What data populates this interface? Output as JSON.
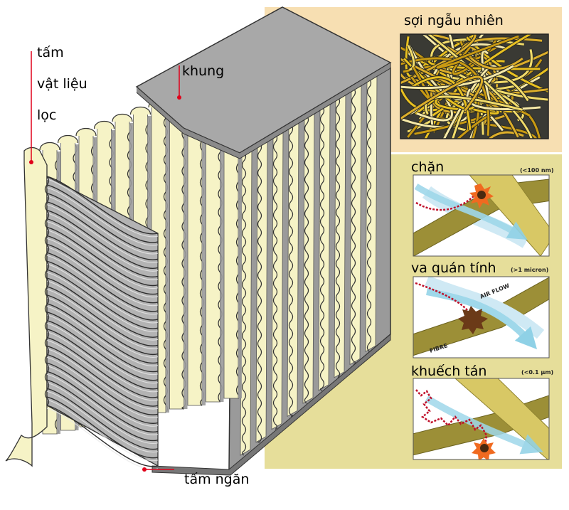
{
  "labels": {
    "filter_sheet_line1": "tấm",
    "filter_sheet_line2": "vật liệu",
    "filter_sheet_line3": "lọc",
    "frame": "khung",
    "separator": "tấm ngăn",
    "random_fibres": "sợi ngẫu nhiên"
  },
  "mechanisms": [
    {
      "title": "chặn",
      "size": "(<100 nm)"
    },
    {
      "title": "va quán tính",
      "size": "(>1 micron)",
      "air_flow": "AIR FLOW",
      "fibre": "FIBRE"
    },
    {
      "title": "khuếch tán",
      "size": "(<0.1 µm)"
    }
  ],
  "colors": {
    "panel_top": "#f7dfb2",
    "panel_bottom": "#e6de9a",
    "frame_grey": "#a9a9a9",
    "media": "#f6f3c6",
    "fibre_olive": "#9c8f37",
    "fibre_yellow": "#d8c865",
    "air_flow": "#9fd8ea",
    "particle_path": "#c0102a",
    "leader_red": "#e0001a"
  }
}
